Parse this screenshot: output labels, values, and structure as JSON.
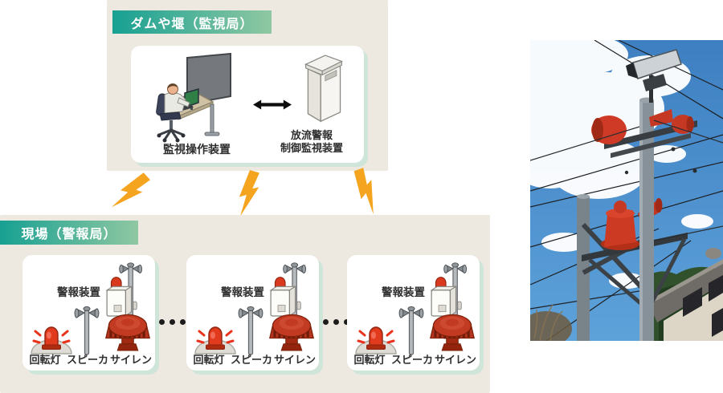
{
  "colors": {
    "section_background": "#ede9e0",
    "header_gradient_left": "#17a092",
    "header_gradient_right": "#8fc8a2",
    "card_shadow": "#cfe5da",
    "lightning_bolt": "#f5a41f",
    "alert_red": "#d23a20",
    "text": "#2e2e2e"
  },
  "monitoring_station": {
    "header": "ダムや堰（監視局）",
    "operator_device_label": "監視操作装置",
    "cabinet_label_line1": "放流警報",
    "cabinet_label_line2": "制御監視装置"
  },
  "field_station": {
    "header": "現場（警報局）",
    "units": [
      {
        "device_label": "警報装置",
        "item_labels": [
          "回転灯",
          "スピーカ",
          "サイレン"
        ]
      },
      {
        "device_label": "警報装置",
        "item_labels": [
          "回転灯",
          "スピーカ",
          "サイレン"
        ]
      },
      {
        "device_label": "警報装置",
        "item_labels": [
          "回転灯",
          "スピーカ",
          "サイレン"
        ]
      }
    ]
  },
  "icons": {
    "lightning_bolt": "orange-lightning-arrow",
    "bidirectional_arrow": "black-double-headed-arrow",
    "separator_dots": "three-black-dots",
    "operator_workstation": "person-at-desk-with-wall-monitor",
    "control_cabinet": "white-equipment-cabinet",
    "alarm_pole": "pole-mounted-alarm-box",
    "rotating_light": "red-rotating-beacon",
    "speaker_pole": "pole-mounted-speaker",
    "siren": "red-siren-dome",
    "site_photo": "warning-station-pole-photo"
  }
}
